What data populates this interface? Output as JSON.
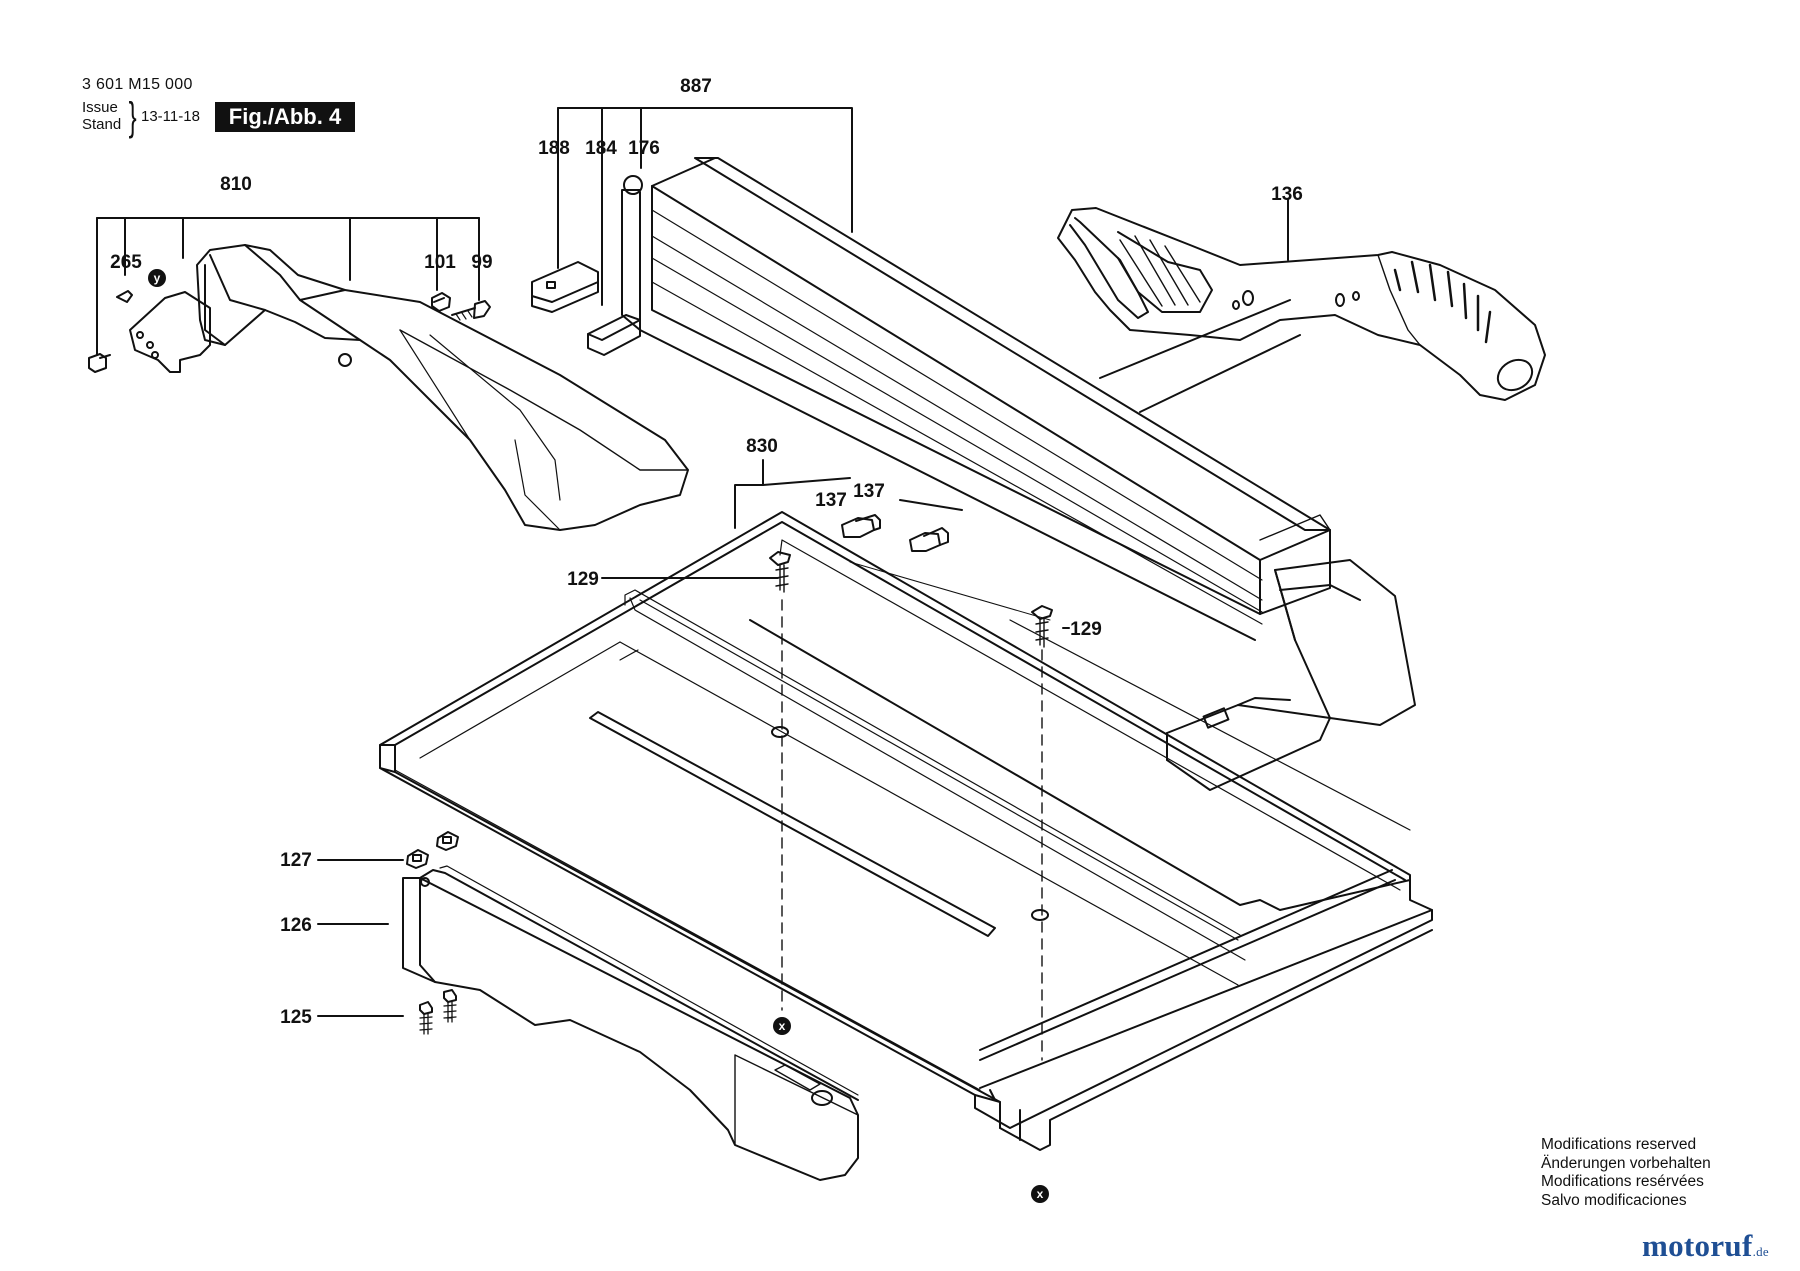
{
  "header": {
    "part_number": "3 601 M15 000",
    "issue_label": "Issue",
    "stand_label": "Stand",
    "brace": "}",
    "date": "13-11-18",
    "figure": "Fig./Abb. 4"
  },
  "callouts": {
    "c887": "887",
    "c188": "188",
    "c184": "184",
    "c176": "176",
    "c810": "810",
    "c265": "265",
    "c101": "101",
    "c99": "99",
    "c136": "136",
    "c830": "830",
    "c137a": "137",
    "c137b": "137",
    "c129a": "129",
    "c129b": "129",
    "c127": "127",
    "c126": "126",
    "c125": "125"
  },
  "references": {
    "y": "y",
    "x1": "x",
    "x2": "x"
  },
  "notes": {
    "line1": "Modifications reserved",
    "line2": "Änderungen vorbehalten",
    "line3": "Modifications resérvées",
    "line4": "Salvo modificaciones"
  },
  "brand": {
    "name": "motoruf",
    "tld": ".de"
  }
}
